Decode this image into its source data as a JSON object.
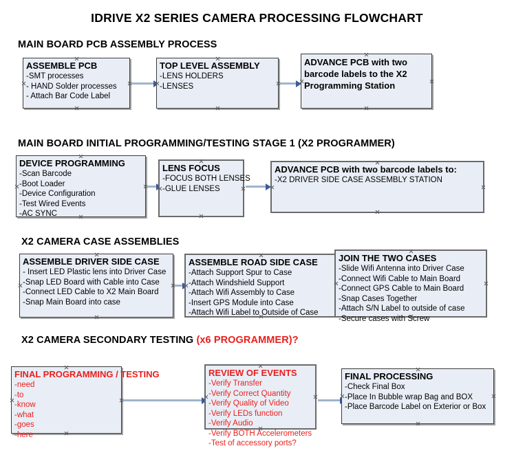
{
  "document": {
    "title": "IDRIVE X2  SERIES CAMERA PROCESSING FLOWCHART"
  },
  "colors": {
    "node_fill": "#e9eef6",
    "node_border": "#3a3a3a",
    "accent_red": "#e8201d",
    "arrow_line": "#9fb4cc",
    "arrow_head": "#3b5c9a",
    "text": "#000000"
  },
  "sections": [
    {
      "id": "main-board-pcb-assembly-process",
      "heading": "MAIN BOARD PCB ASSEMBLY PROCESS",
      "heading_red_suffix": "",
      "nodes": [
        {
          "id": "assemble-pcb",
          "title": "ASSEMBLE PCB",
          "lines": [
            "-SMT processes",
            "- HAND Solder processes",
            "- Attach Bar Code Label"
          ]
        },
        {
          "id": "top-level-assembly",
          "title": "TOP LEVEL ASSEMBLY",
          "lines": [
            "-LENS HOLDERS",
            "-LENSES"
          ]
        },
        {
          "id": "advance-pcb-to-x2-programming-station",
          "title": "ADVANCE PCB with two barcode labels to the  X2 Programming Station",
          "lines": []
        }
      ]
    },
    {
      "id": "main-board-initial-programming-testing-stage-1",
      "heading": "MAIN BOARD INITIAL PROGRAMMING/TESTING STAGE 1 (X2 PROGRAMMER)",
      "heading_red_suffix": "",
      "nodes": [
        {
          "id": "device-programming",
          "title": "DEVICE PROGRAMMING",
          "lines": [
            "-Scan Barcode",
            "-Boot Loader",
            "-Device Configuration",
            "-Test Wired Events",
            "-AC SYNC"
          ]
        },
        {
          "id": "lens-focus",
          "title": "LENS FOCUS",
          "lines": [
            "-FOCUS BOTH LENSES",
            "-GLUE LENSES"
          ]
        },
        {
          "id": "advance-pcb-to-driver-side-case-assembly",
          "title": "ADVANCE PCB with two barcode labels to:",
          "lines": [
            "-X2 DRIVER  SIDE  CASE  ASSEMBLY STATION"
          ]
        }
      ]
    },
    {
      "id": "x2-camera-case-assemblies",
      "heading": "X2 CAMERA CASE ASSEMBLIES",
      "heading_red_suffix": "",
      "nodes": [
        {
          "id": "assemble-driver-side-case",
          "title": "ASSEMBLE DRIVER SIDE CASE",
          "lines": [
            "- Insert LED Plastic lens into Driver Case",
            "-Snap LED Board with Cable into Case",
            "-Connect LED Cable to X2 Main Board",
            "-Snap Main Board into case"
          ]
        },
        {
          "id": "assemble-road-side-case",
          "title": "ASSEMBLE ROAD SIDE CASE",
          "lines": [
            "-Attach Support Spur to Case",
            "-Attach Windshield Support",
            "-Attach Wifi Assembly to Case",
            "-Insert GPS Module into Case",
            "-Attach Wifi Label to Outside of Case"
          ]
        },
        {
          "id": "join-the-two-cases",
          "title": "JOIN THE TWO CASES",
          "lines": [
            "-Slide Wifi Antenna into Driver Case",
            "-Connect Wifi Cable to Main Board",
            "-Connect GPS Cable to Main Board",
            "-Snap Cases Together",
            "-Attach S/N Label to outside of case",
            "-Secure cases with Screw"
          ]
        }
      ]
    },
    {
      "id": "x2-camera-secondary-testing",
      "heading": "X2 CAMERA SECONDARY TESTING ",
      "heading_red_suffix": "(x6 PROGRAMMER)?",
      "nodes": [
        {
          "id": "final-programming-testing",
          "title": "FINAL PROGRAMMING / TESTING",
          "lines": [
            "-need",
            "-to",
            "-know",
            "-what",
            "-goes",
            "-here"
          ]
        },
        {
          "id": "review-of-events",
          "title": "REVIEW OF EVENTS",
          "lines": [
            "-Verify Transfer",
            "-Verify Correct Quantity",
            "-Verify Quality of Video",
            "-Verify LEDs function",
            "-Verify Audio",
            "-Verify BOTH Accelerometers",
            "-Test of accessory ports?"
          ]
        },
        {
          "id": "final-processing",
          "title": "FINAL PROCESSING",
          "lines": [
            "-Check Final Box",
            "-Place In Bubble wrap Bag and BOX",
            "-Place Barcode Label on Exterior or Box"
          ]
        }
      ]
    }
  ]
}
